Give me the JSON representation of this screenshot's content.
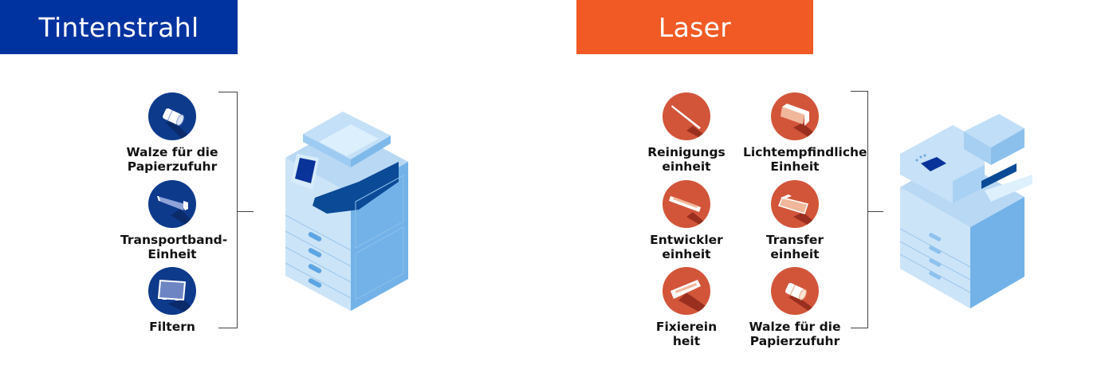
{
  "inkjet": {
    "title": "Tintenstrahl",
    "color": "#0033a0",
    "parts": [
      {
        "label_line1": "Walze für die",
        "label_line2": "Papierzufuhr",
        "icon": "roller-icon"
      },
      {
        "label_line1": "Transportband-",
        "label_line2": "Einheit",
        "icon": "transfer-belt-icon"
      },
      {
        "label_line1": "Filtern",
        "label_line2": "",
        "icon": "filter-icon"
      }
    ]
  },
  "laser": {
    "title": "Laser",
    "color": "#f15a24",
    "parts": [
      {
        "label_line1": "Reinigungs",
        "label_line2": "einheit",
        "icon": "cleaning-blade-icon"
      },
      {
        "label_line1": "Lichtempfindliche",
        "label_line2": "Einheit",
        "icon": "drum-unit-icon"
      },
      {
        "label_line1": "Entwickler",
        "label_line2": "einheit",
        "icon": "developer-unit-icon"
      },
      {
        "label_line1": "Transfer",
        "label_line2": "einheit",
        "icon": "transfer-unit-icon"
      },
      {
        "label_line1": "Fixierein",
        "label_line2": "heit",
        "icon": "fuser-unit-icon"
      },
      {
        "label_line1": "Walze für die",
        "label_line2": "Papierzufuhr",
        "icon": "roller-icon"
      }
    ]
  }
}
